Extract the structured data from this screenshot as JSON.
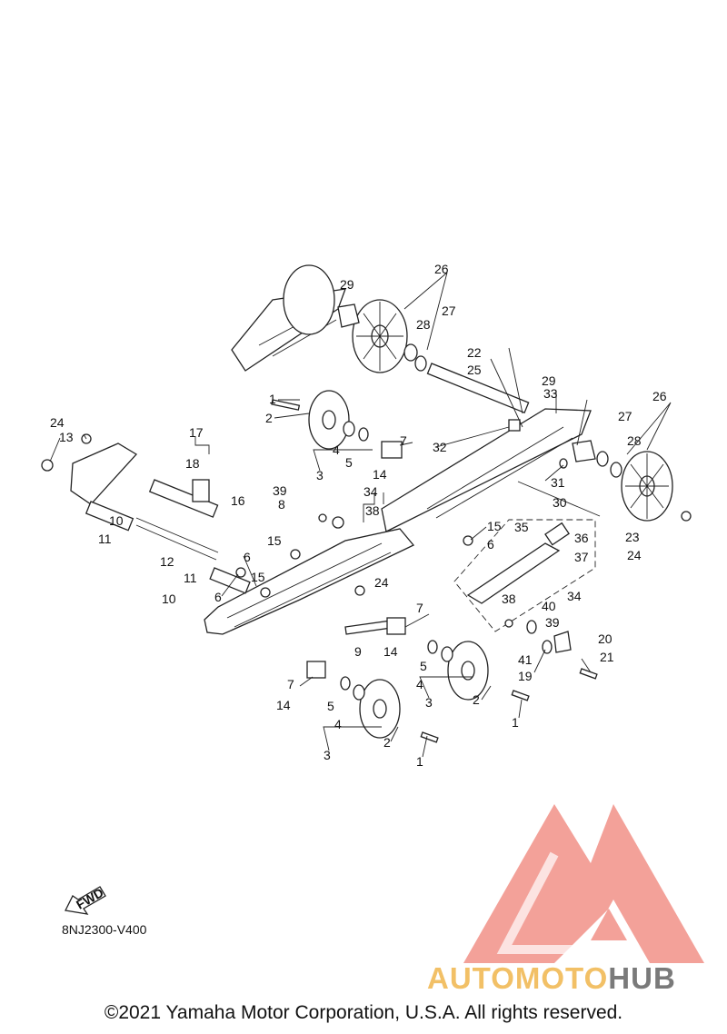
{
  "diagram": {
    "callouts": [
      "1",
      "2",
      "3",
      "4",
      "5",
      "6",
      "7",
      "8",
      "9",
      "10",
      "11",
      "12",
      "13",
      "14",
      "15",
      "16",
      "17",
      "18",
      "19",
      "20",
      "21",
      "22",
      "23",
      "24",
      "25",
      "26",
      "27",
      "28",
      "29",
      "30",
      "31",
      "32",
      "33",
      "34",
      "35",
      "36",
      "37",
      "38",
      "39",
      "40",
      "41"
    ],
    "fwd_label": "FWD",
    "drawing_code": "8NJ2300-V400",
    "copyright": "©2021 Yamaha Motor Corporation, U.S.A. All rights reserved."
  },
  "watermark": {
    "brand_light": "AUTOMOTO",
    "brand_dark": "HUB",
    "colors": {
      "triangle": "#f08a80",
      "light": "#f2c066",
      "dark": "#7a7a7a"
    }
  }
}
